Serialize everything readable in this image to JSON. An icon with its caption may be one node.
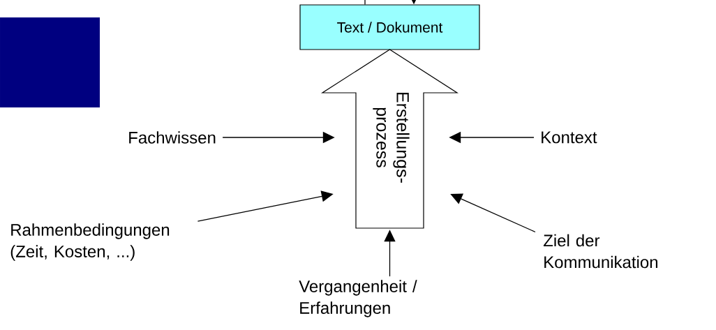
{
  "diagram": {
    "nodes": [
      {
        "text": [
          "Text / Dokument"
        ]
      },
      {
        "text": [
          "Erstellungs- prozess"
        ]
      },
      {
        "text": [
          "Fachwissen"
        ]
      },
      {
        "text": [
          "Kontext"
        ]
      },
      {
        "text": [
          "Rahmenbedingungen (Zeit, Kosten, ...)"
        ]
      },
      {
        "text": [
          "Ziel der Kommunikation"
        ]
      },
      {
        "text": [
          "Vergangenheit / Erfahrungen"
        ]
      }
    ],
    "edges": [
      {
        "from": null,
        "to": 0,
        "arrow": "to"
      },
      {
        "from": 0,
        "to": null,
        "arrow": "none"
      },
      {
        "from": 2,
        "to": 1,
        "arrow": "to"
      },
      {
        "from": 3,
        "to": 1,
        "arrow": "to"
      },
      {
        "from": 4,
        "to": 1,
        "arrow": "to"
      },
      {
        "from": 5,
        "to": 1,
        "arrow": "to"
      },
      {
        "from": 6,
        "to": 1,
        "arrow": "to"
      }
    ]
  }
}
